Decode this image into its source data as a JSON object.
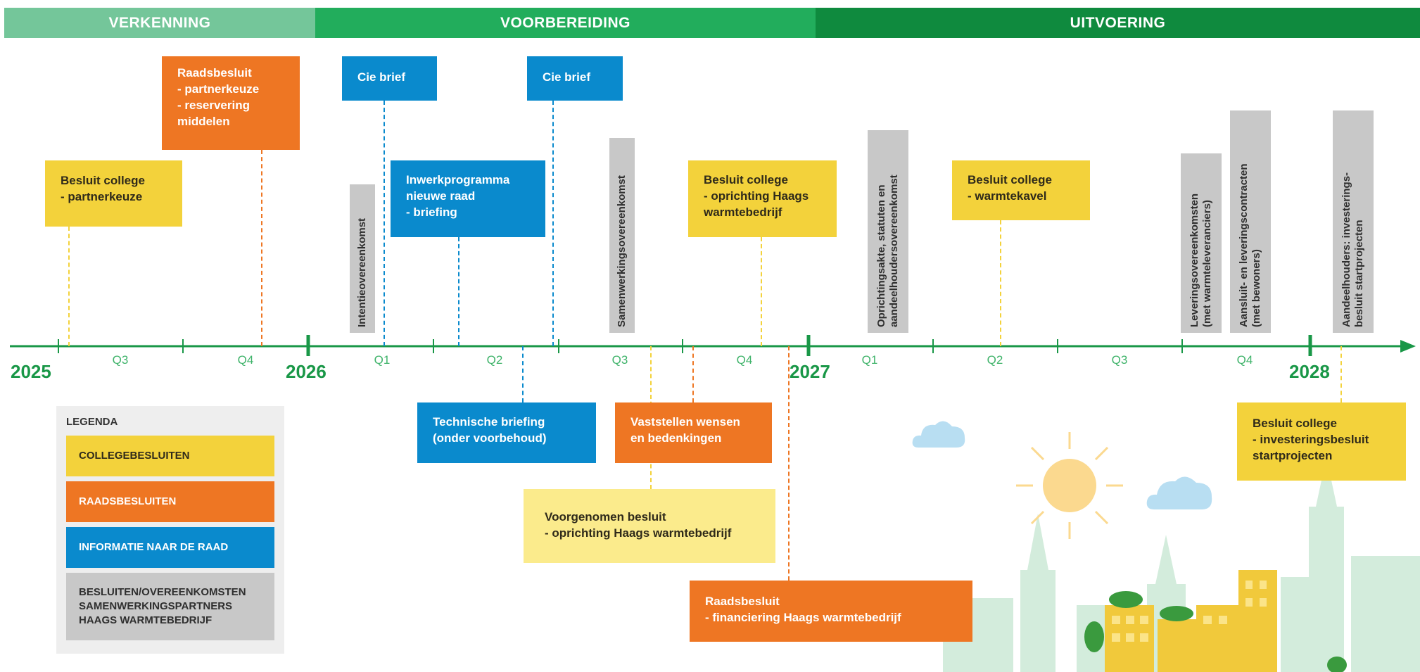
{
  "phases": [
    "VERKENNING",
    "VOORBEREIDING",
    "UITVOERING"
  ],
  "years": [
    "2025",
    "2026",
    "2027",
    "2028"
  ],
  "quarters": [
    "Q3",
    "Q4",
    "Q1",
    "Q2",
    "Q3",
    "Q4",
    "Q1",
    "Q2",
    "Q3",
    "Q4"
  ],
  "boxes_above": {
    "raadsbesluit_partnerkeuze": "Raadsbesluit\n- partnerkeuze\n- reservering\n  middelen",
    "besluit_college_partnerkeuze": "Besluit college\n- partnerkeuze",
    "cie_brief_1": "Cie brief",
    "cie_brief_2": "Cie brief",
    "inwerkprogramma": "Inwerkprogramma\nnieuwe raad\n-  briefing",
    "besluit_college_oprichting": "Besluit college\n- oprichting Haags\n  warmtebedrijf",
    "besluit_college_warmtekavel": "Besluit college\n- warmtekavel"
  },
  "vertical_labels": {
    "intentieovereenkomst": "Intentieovereenkomst",
    "samenwerkingsovereenkomst": "Samenwerkingsovereenkomst",
    "oprichtingsakte": "Oprichtingsakte, statuten en\naandeelhoudersovereenkomst",
    "leveringsovereenkomsten": "Leveringsovereenkomsten\n(met warmteleveranciers)",
    "aansluitcontracten": "Aansluit- en leveringscontracten\n(met bewoners)",
    "aandeelhouders": "Aandeelhouders: investerings-\nbesluit startprojecten"
  },
  "boxes_below": {
    "technische_briefing": "Technische briefing\n(onder voorbehoud)",
    "vaststellen_wensen": "Vaststellen wensen\nen bedenkingen",
    "voorgenomen_besluit": "Voorgenomen besluit\n- oprichting Haags warmtebedrijf",
    "raadsbesluit_financiering": "Raadsbesluit\n- financiering Haags warmtebedrijf",
    "besluit_college_investeringsbesluit": "Besluit college\n- investeringsbesluit\n  startprojecten"
  },
  "legend": {
    "title": "LEGENDA",
    "items": [
      "COLLEGEBESLUITEN",
      "RAADSBESLUITEN",
      "INFORMATIE NAAR DE RAAD",
      "BESLUITEN/OVEREENKOMSTEN\nSAMENWERKINGSPARTNERS\nHAAGS WARMTEBEDRIJF"
    ]
  },
  "colors": {
    "verkenning": "#74c69a",
    "voorbereiding": "#22ad5c",
    "uitvoering": "#0f8a3e",
    "college": "#f3d23b",
    "raad": "#ee7623",
    "informatie": "#0a8acd",
    "partners": "#c8c8c8",
    "axis": "#199747"
  }
}
